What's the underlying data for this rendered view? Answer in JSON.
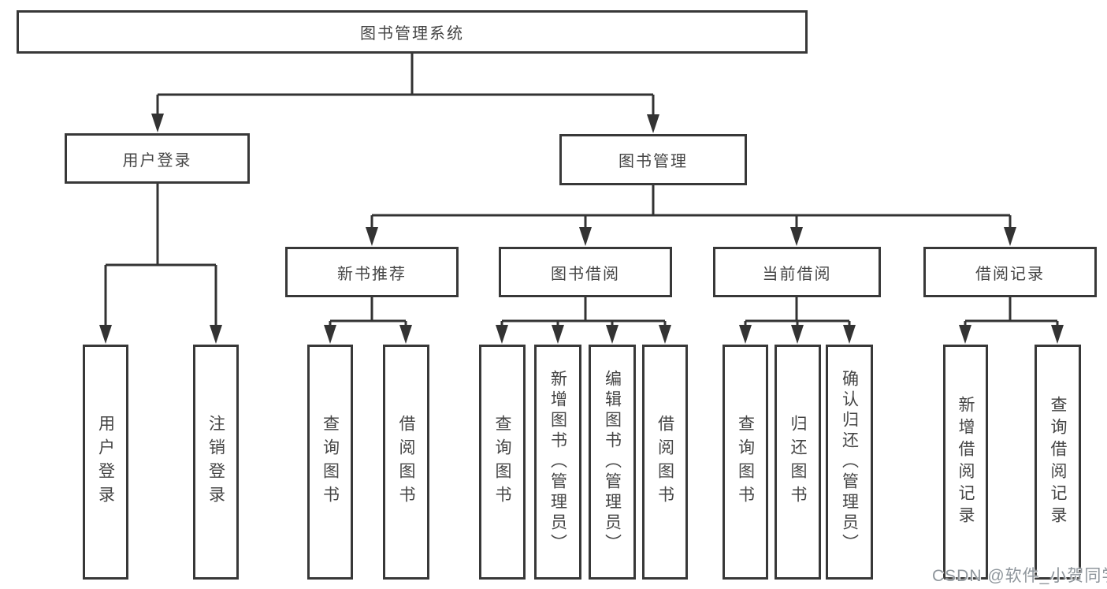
{
  "diagram": {
    "title": "图书管理系统",
    "tree": {
      "root": {
        "label": "图书管理系统",
        "children": [
          {
            "label": "用户登录",
            "children": [
              {
                "label": "用户登录"
              },
              {
                "label": "注销登录"
              }
            ]
          },
          {
            "label": "图书管理",
            "children": [
              {
                "label": "新书推荐",
                "children": [
                  {
                    "label": "查询图书"
                  },
                  {
                    "label": "借阅图书"
                  }
                ]
              },
              {
                "label": "图书借阅",
                "children": [
                  {
                    "label": "查询图书"
                  },
                  {
                    "label": "新增图书（管理员）"
                  },
                  {
                    "label": "编辑图书（管理员）"
                  },
                  {
                    "label": "借阅图书"
                  }
                ]
              },
              {
                "label": "当前借阅",
                "children": [
                  {
                    "label": "查询图书"
                  },
                  {
                    "label": "归还图书"
                  },
                  {
                    "label": "确认归还（管理员）"
                  }
                ]
              },
              {
                "label": "借阅记录",
                "children": [
                  {
                    "label": "新增借阅记录"
                  },
                  {
                    "label": "查询借阅记录"
                  }
                ]
              }
            ]
          }
        ]
      }
    },
    "colors": {
      "line": "#333333",
      "box_border": "#383838",
      "text": "#454545",
      "watermark": "#8f969c",
      "background": "#ffffff"
    },
    "watermark": "CSDN @软件_小贺同学"
  }
}
